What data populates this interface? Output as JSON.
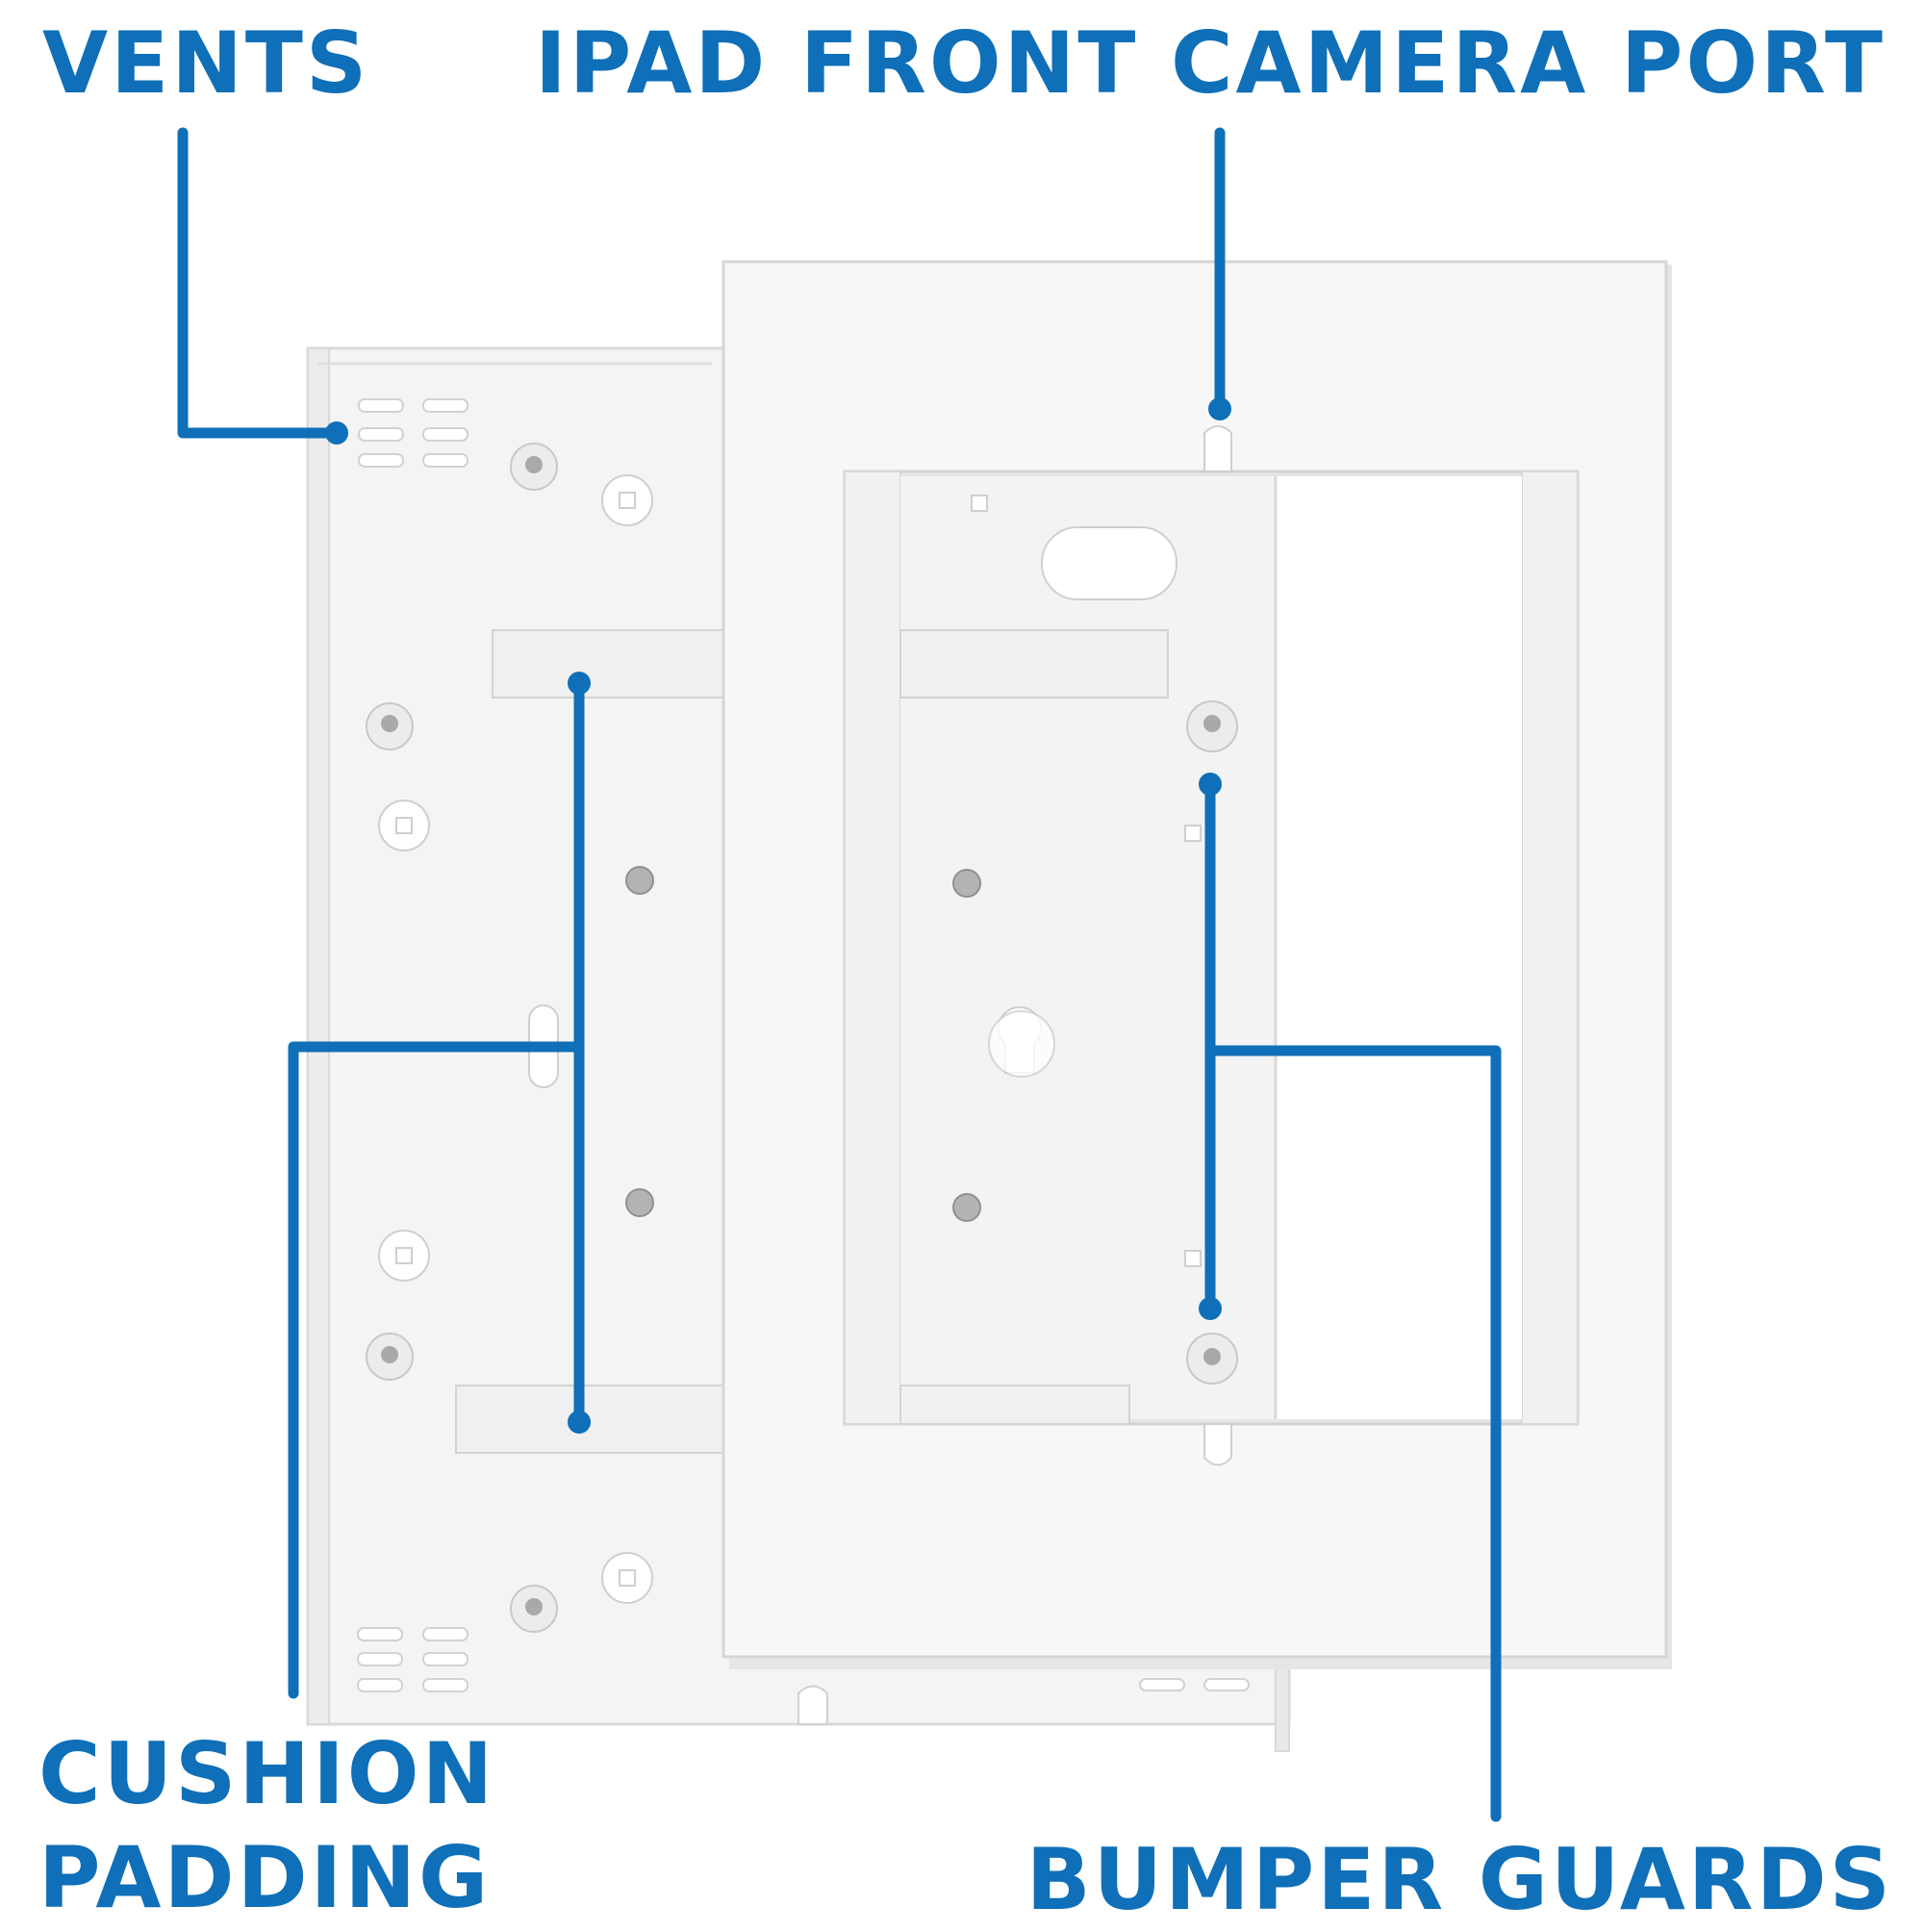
{
  "colors": {
    "accent": "#0f6fb8",
    "background": "#ffffff",
    "panel": "#f6f6f6",
    "panel_edge": "#dedede",
    "panel_shadow": "#e9e9e9",
    "screw": "#a9a9a9"
  },
  "labels": {
    "vents": "VENTS",
    "camera_port": "IPAD FRONT CAMERA PORT",
    "cushion_line1": "CUSHION",
    "cushion_line2": "PADDING",
    "bumper_guards": "BUMPER GUARDS"
  },
  "parts": {
    "back_plate": "back-mounting-plate",
    "front_frame": "front-faceplate-frame"
  }
}
